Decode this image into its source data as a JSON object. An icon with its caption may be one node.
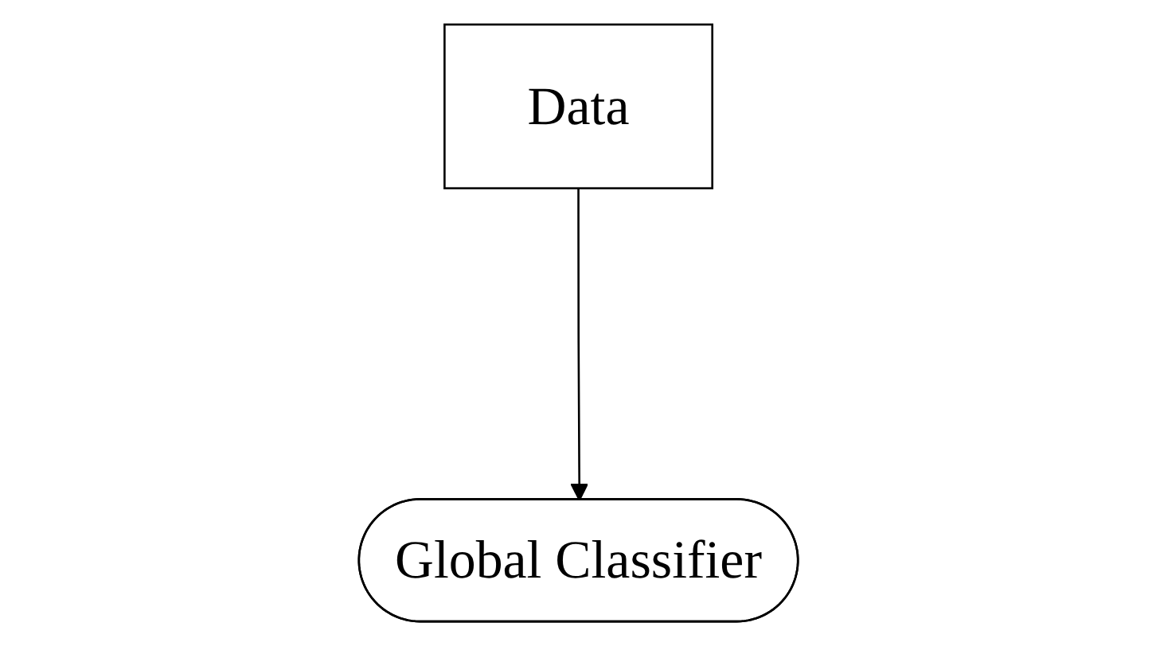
{
  "diagram": {
    "nodes": [
      {
        "text": [
          "Data"
        ]
      },
      {
        "text": [
          "Global Classifier"
        ]
      }
    ],
    "edges": [
      {
        "from": 0,
        "to": 1,
        "arrow": "to"
      }
    ]
  }
}
